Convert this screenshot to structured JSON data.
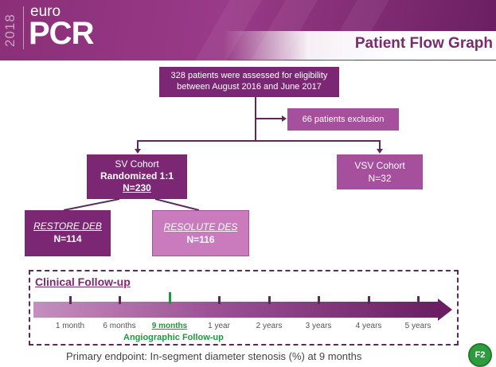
{
  "header": {
    "year": "2018",
    "logo_top": "euro",
    "logo_main": "PCR",
    "title": "Patient Flow Graph"
  },
  "flow": {
    "assessed": "328 patients were assessed for eligibility between August 2016 and June 2017",
    "exclusion": "66 patients exclusion",
    "sv_cohort": {
      "line1": "SV Cohort",
      "line2": "Randomized 1:1",
      "line3": "N=230"
    },
    "vsv_cohort": {
      "line1": "VSV Cohort",
      "line2": "N=32"
    },
    "restore": {
      "name": "RESTORE DEB",
      "n": "N=114"
    },
    "resolute": {
      "name": "RESOLUTE DES",
      "n": "N=116"
    }
  },
  "followup": {
    "title": "Clinical Follow-up",
    "timeline": [
      {
        "label": "1 month",
        "highlight": false
      },
      {
        "label": "6 months",
        "highlight": false
      },
      {
        "label": "9 months",
        "highlight": true
      },
      {
        "label": "1 year",
        "highlight": false
      },
      {
        "label": "2 years",
        "highlight": false
      },
      {
        "label": "3 years",
        "highlight": false
      },
      {
        "label": "4 years",
        "highlight": false
      },
      {
        "label": "5 years",
        "highlight": false
      }
    ],
    "angiographic": "Angiographic Follow-up"
  },
  "footer": "Primary endpoint: In-segment diameter stenosis (%) at 9 months",
  "badge": "F2",
  "colors": {
    "dark": "#7b2773",
    "mid": "#a64f9c",
    "light": "#c97bbe",
    "green": "#1a9a3a"
  }
}
